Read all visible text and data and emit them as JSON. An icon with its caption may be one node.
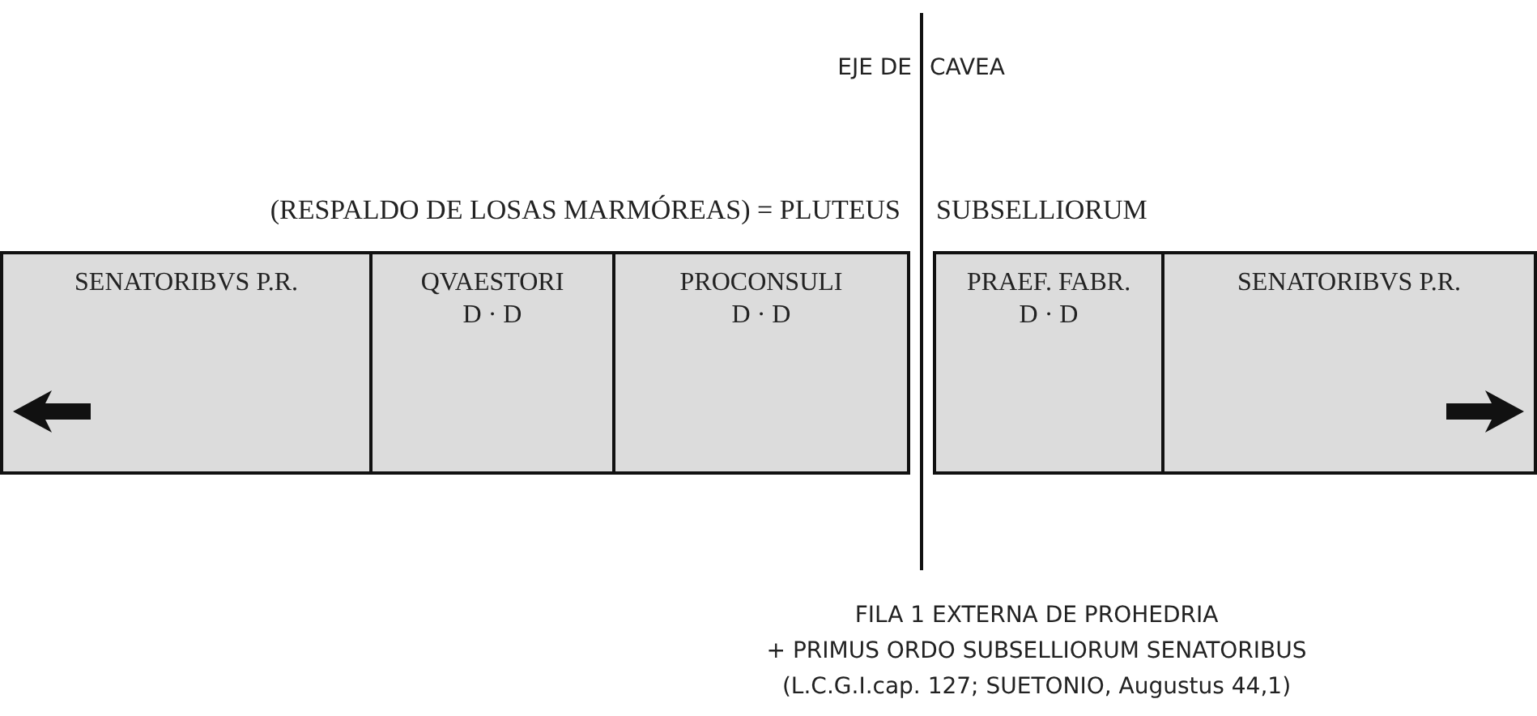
{
  "diagram": {
    "nodes": [
      {
        "text": [
          "SENATORIBVS P.R."
        ]
      },
      {
        "text": [
          "QVAESTORI",
          "D · D"
        ]
      },
      {
        "text": [
          "PROCONSULI",
          "D · D"
        ]
      },
      {
        "text": [
          "PRAEF. FABR.",
          "D · D"
        ]
      },
      {
        "text": [
          "SENATORIBVS P.R."
        ]
      }
    ],
    "labels": [
      "EJE DE",
      "CAVEA",
      "(RESPALDO DE LOSAS MARMÓREAS) = PLUTEUS",
      "SUBSELLIORUM",
      "FILA 1 EXTERNA DE PROHEDRIA",
      "+ PRIMUS ORDO SUBSELLIORUM SENATORIBUS",
      "(L.C.G.I.cap. 127; SUETONIO, Augustus 44,1)"
    ]
  }
}
